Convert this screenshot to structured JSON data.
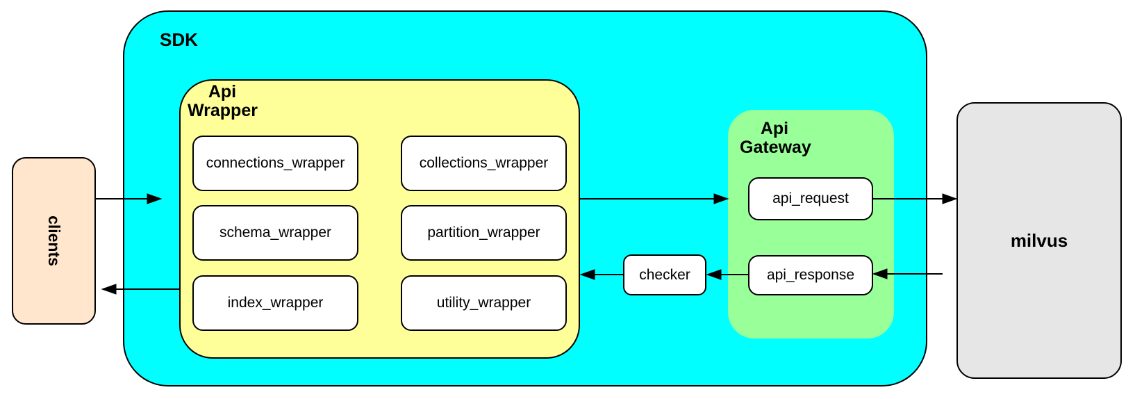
{
  "diagram": {
    "clients": {
      "label": "clients"
    },
    "sdk": {
      "label": "SDK",
      "api_wrapper": {
        "label": "Api Wrapper",
        "label_lines": [
          "Api",
          "Wrapper"
        ],
        "modules": [
          "connections_wrapper",
          "collections_wrapper",
          "schema_wrapper",
          "partition_wrapper",
          "index_wrapper",
          "utility_wrapper"
        ]
      },
      "checker": {
        "label": "checker"
      },
      "api_gateway": {
        "label": "Api Gateway",
        "label_lines": [
          "Api",
          "Gateway"
        ],
        "request_label": "api_request",
        "response_label": "api_response"
      }
    },
    "milvus": {
      "label": "milvus"
    }
  },
  "colors": {
    "sdk_bg": "#00ffff",
    "wrapper_bg": "#ffff99",
    "gateway_bg": "#99ff99",
    "clients_bg": "#ffe6cc",
    "milvus_bg": "#e6e6e6",
    "leaf_bg": "#ffffff",
    "stroke": "#000000"
  }
}
